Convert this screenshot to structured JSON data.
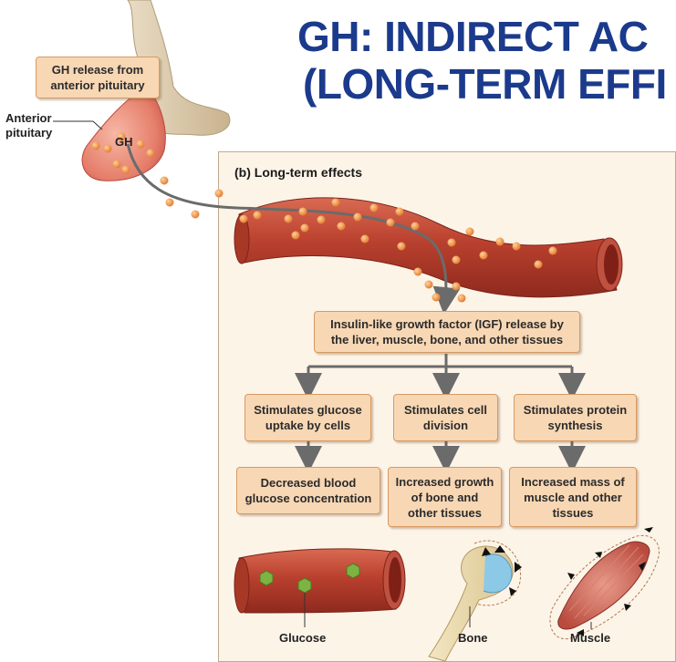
{
  "title": {
    "line1": "GH: INDIRECT AC",
    "line2": "(LONG-TERM EFFI"
  },
  "pituitary": {
    "release_label": "GH release from\nanterior pituitary",
    "release_line1": "GH release from",
    "release_line2": "anterior pituitary",
    "anterior_label_line1": "Anterior",
    "anterior_label_line2": "pituitary",
    "gh_label": "GH"
  },
  "panel": {
    "title": "(b) Long-term effects",
    "igf_line1": "Insulin-like growth factor (IGF) release by",
    "igf_line2": "the liver, muscle, bone, and other tissues",
    "effects": [
      {
        "line1": "Stimulates glucose",
        "line2": "uptake by cells"
      },
      {
        "line1": "Stimulates cell",
        "line2": "division"
      },
      {
        "line1": "Stimulates protein",
        "line2": "synthesis"
      }
    ],
    "outcomes": [
      {
        "line1": "Decreased blood",
        "line2": "glucose concentration",
        "line3": ""
      },
      {
        "line1": "Increased growth",
        "line2": "of bone and",
        "line3": "other tissues"
      },
      {
        "line1": "Increased mass of",
        "line2": "muscle and other",
        "line3": "tissues"
      }
    ],
    "tissues": [
      {
        "label": "Glucose"
      },
      {
        "label": "Bone"
      },
      {
        "label": "Muscle"
      }
    ]
  },
  "colors": {
    "title": "#1b3a8c",
    "box_fill": "#f8d7b4",
    "box_border": "#d79a63",
    "panel_bg": "#fdf4e8",
    "vessel": "#b9402e",
    "hormone": "#f2953c",
    "arrow": "#6b6b6b"
  }
}
